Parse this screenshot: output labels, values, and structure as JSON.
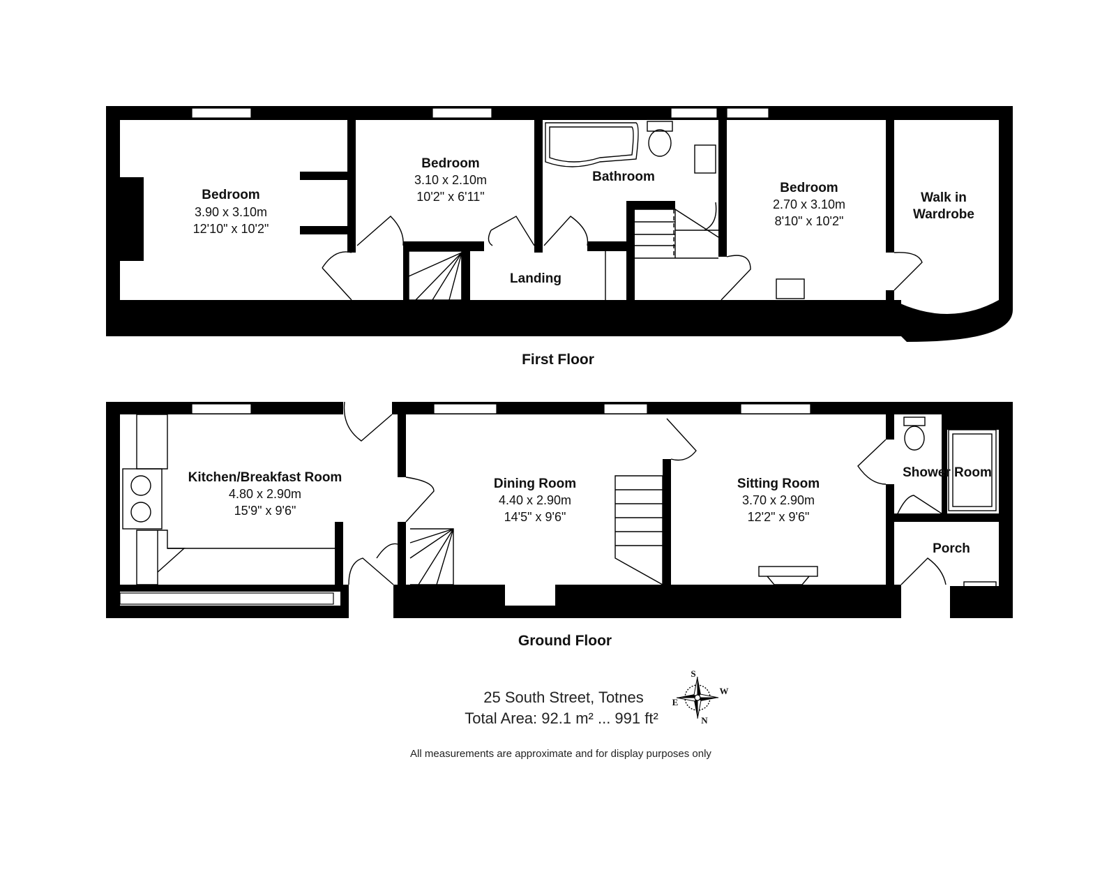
{
  "first_floor": {
    "caption": "First Floor",
    "rooms": [
      {
        "name": "Bedroom",
        "metric": "3.90 x 3.10m",
        "imperial": "12'10\" x 10'2\""
      },
      {
        "name": "Bedroom",
        "metric": "3.10 x 2.10m",
        "imperial": "10'2\" x 6'11\""
      },
      {
        "name": "Bathroom"
      },
      {
        "name": "Bedroom",
        "metric": "2.70 x 3.10m",
        "imperial": "8'10\" x 10'2\""
      },
      {
        "name": "Walk in",
        "name2": "Wardrobe"
      },
      {
        "name": "Landing"
      }
    ]
  },
  "ground_floor": {
    "caption": "Ground Floor",
    "rooms": [
      {
        "name": "Kitchen/Breakfast Room",
        "metric": "4.80 x 2.90m",
        "imperial": "15'9\" x 9'6\""
      },
      {
        "name": "Dining Room",
        "metric": "4.40 x 2.90m",
        "imperial": "14'5\" x 9'6\""
      },
      {
        "name": "Sitting Room",
        "metric": "3.70 x 2.90m",
        "imperial": "12'2\" x 9'6\""
      },
      {
        "name": "Shower Room"
      },
      {
        "name": "Porch"
      }
    ]
  },
  "footer": {
    "address": "25 South Street, Totnes",
    "total_area": "Total Area: 92.1 m² ... 991 ft²",
    "disclaimer": "All measurements are approximate and for display purposes only"
  },
  "compass": {
    "s": "S",
    "w": "W",
    "n": "N",
    "e": "E"
  }
}
